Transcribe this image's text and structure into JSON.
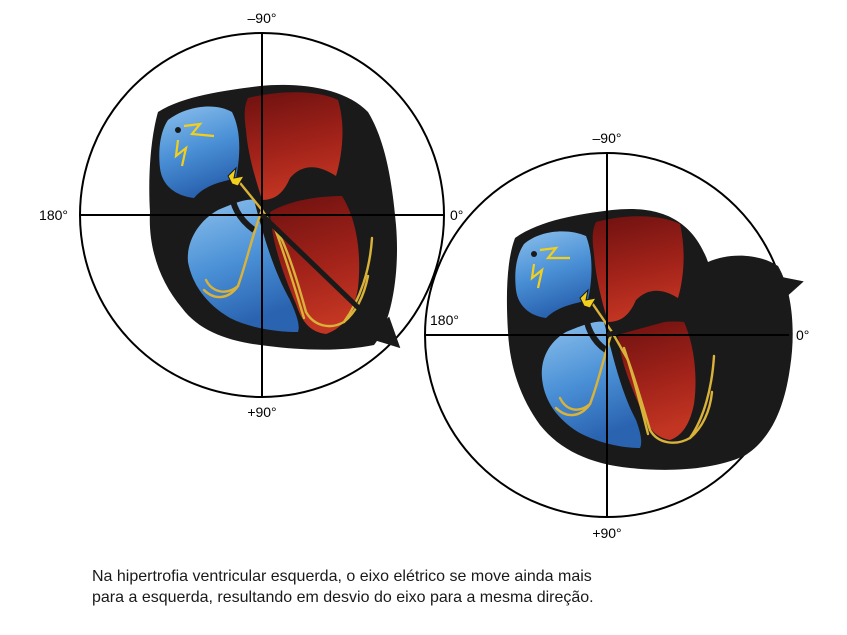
{
  "diagrams": [
    {
      "id": "normal-axis",
      "labels": {
        "top": "–90°",
        "left": "180°",
        "right": "0°",
        "bottom": "+90°"
      }
    },
    {
      "id": "lvh-axis",
      "labels": {
        "top": "–90°",
        "left": "180°",
        "right": "0°",
        "bottom": "+90°"
      }
    }
  ],
  "caption": {
    "line1": "Na hipertrofia ventricular esquerda, o eixo elétrico se move ainda mais",
    "line2": "para a esquerda, resultando em desvio do eixo para a mesma direção."
  },
  "colors": {
    "right_heart": "#3d86cf",
    "left_heart": "#a3231a",
    "heart_wall": "#1a1a1a",
    "conduction": "#d9b23a",
    "spark": "#f2cf1d"
  }
}
